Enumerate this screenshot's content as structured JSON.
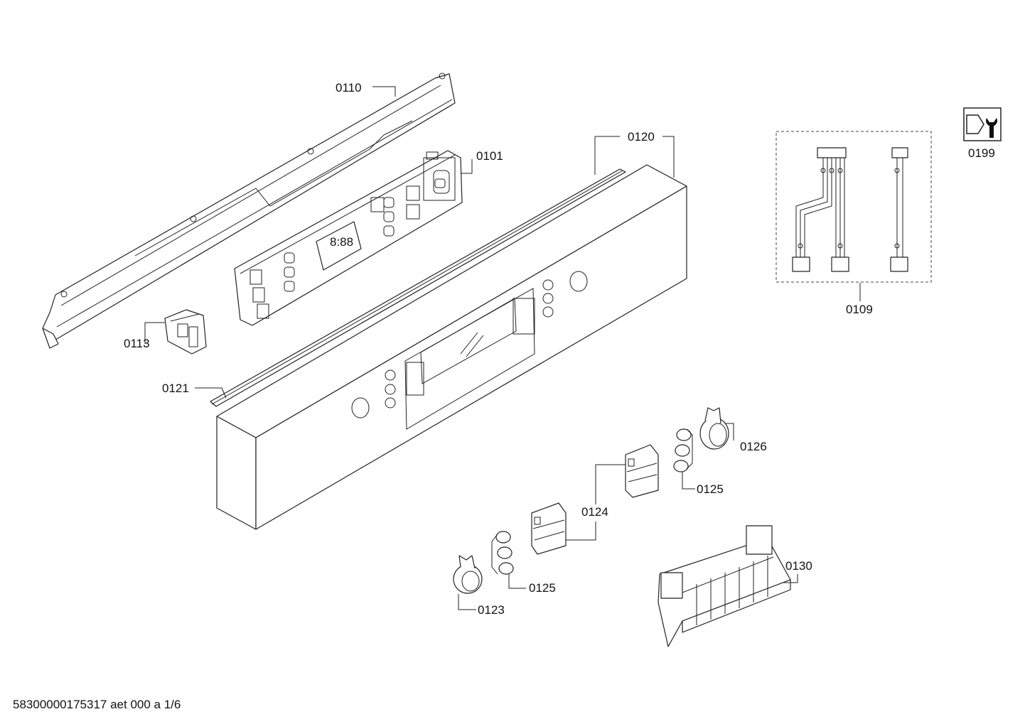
{
  "labels": {
    "p0110": "0110",
    "p0101": "0101",
    "p0120": "0120",
    "p0109": "0109",
    "p0199": "0199",
    "p0113": "0113",
    "p0121": "0121",
    "p0126": "0126",
    "p0125a": "0125",
    "p0124": "0124",
    "p0125b": "0125",
    "p0123": "0123",
    "p0130": "0130"
  },
  "display_glyph": "8:88",
  "footer": "58300000175317 aet 000 a 1/6"
}
